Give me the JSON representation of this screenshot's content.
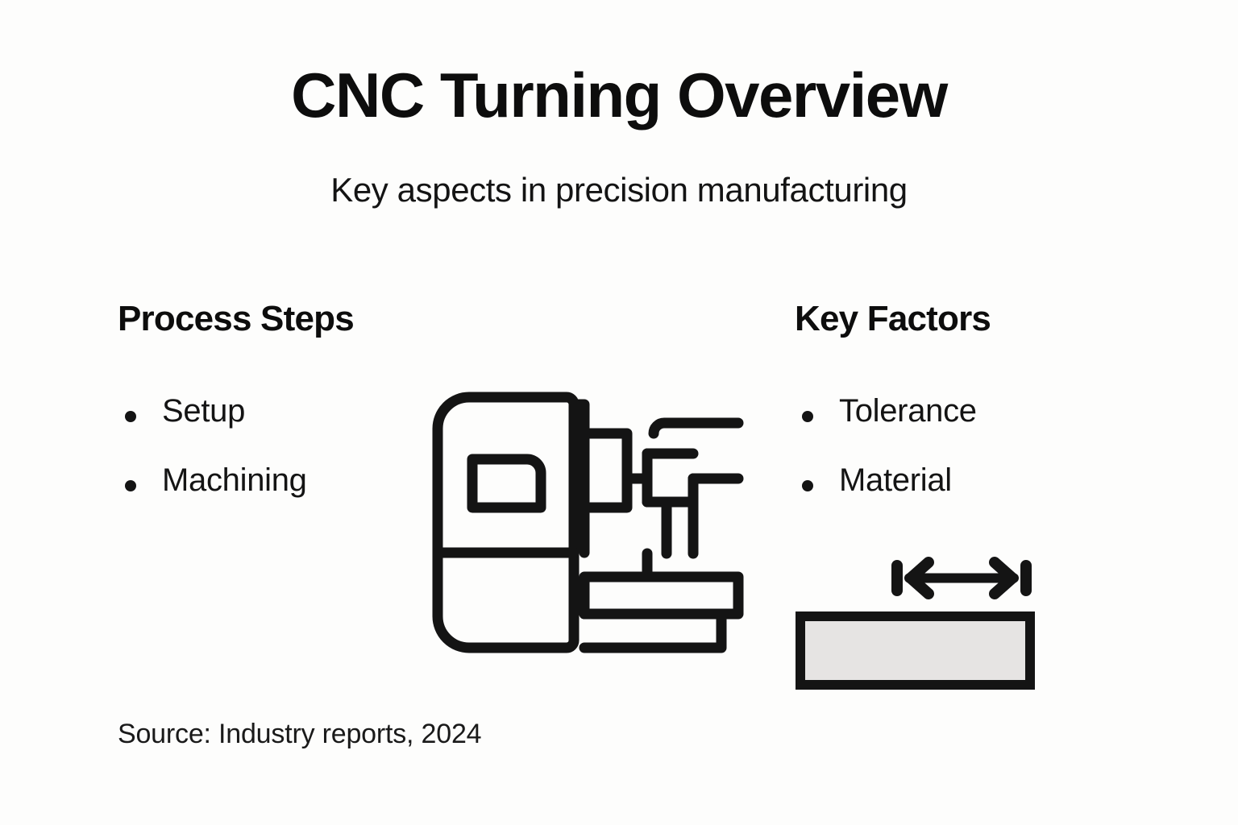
{
  "header": {
    "title": "CNC Turning Overview",
    "subtitle": "Key aspects in precision manufacturing"
  },
  "columns": {
    "left": {
      "heading": "Process Steps",
      "items": [
        {
          "label": "Setup"
        },
        {
          "label": "Machining"
        }
      ]
    },
    "right": {
      "heading": "Key Factors",
      "items": [
        {
          "label": "Tolerance"
        },
        {
          "label": "Material"
        }
      ]
    }
  },
  "graphics": {
    "lathe_icon": "cnc-lathe-icon",
    "dimension_icon": "dimension-arrow-icon",
    "workpiece_icon": "workpiece-bar-icon"
  },
  "footer": {
    "source": "Source: Industry reports, 2024"
  },
  "colors": {
    "background": "#FDFDFC",
    "text": "#111111",
    "stroke": "#141414",
    "workpiece_fill": "#E6E4E3"
  }
}
